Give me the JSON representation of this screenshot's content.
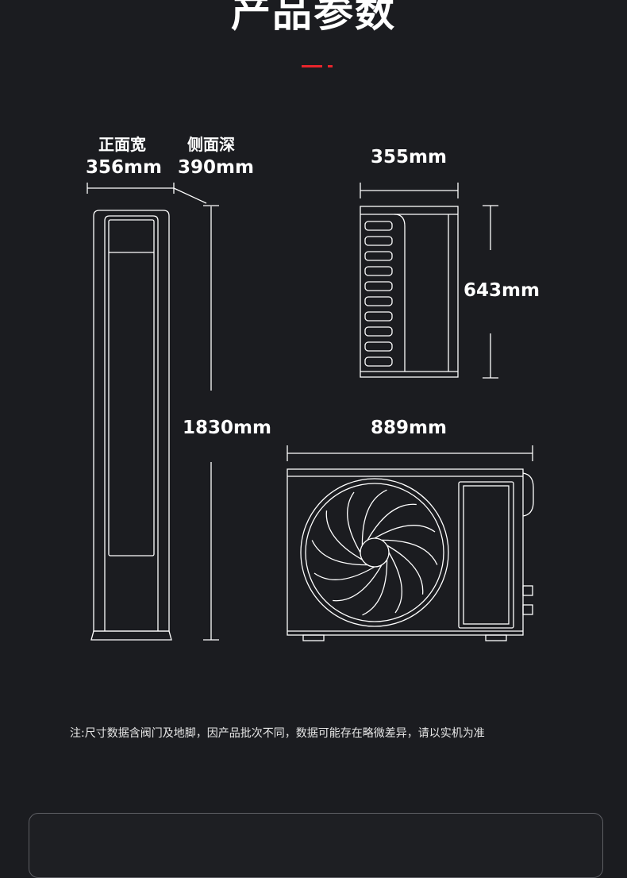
{
  "page": {
    "title": "产品参数"
  },
  "indoor_unit": {
    "width_label": "正面宽",
    "width_value": "356mm",
    "depth_label": "侧面深",
    "depth_value": "390mm",
    "height_value": "1830mm"
  },
  "outdoor_side": {
    "width_value": "355mm",
    "height_value": "643mm"
  },
  "outdoor_front": {
    "width_value": "889mm"
  },
  "footer": {
    "note": "注:尺寸数据含阀门及地脚，因产品批次不同，数据可能存在略微差异，请以实机为准"
  },
  "colors": {
    "background": "#1b1c20",
    "line": "#ffffff",
    "accent": "#e8252c"
  }
}
